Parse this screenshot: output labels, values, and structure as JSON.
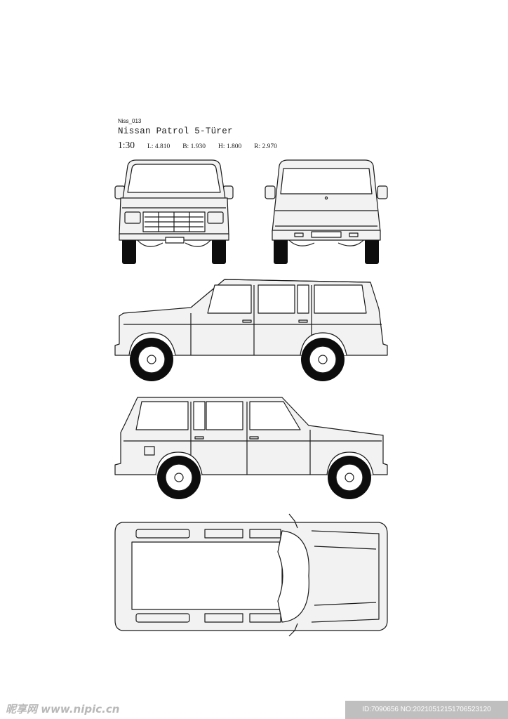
{
  "header": {
    "code": "Niss_013",
    "title": "Nissan Patrol 5-Türer",
    "scale": "1:30",
    "dimensions": [
      "L: 4.810",
      "B: 1.930",
      "H: 1.800",
      "R: 2.970"
    ]
  },
  "watermark": {
    "site": "昵享网 www.nipic.cn",
    "id": "ID:7090656 NO:20210512151706523120"
  },
  "colors": {
    "line": "#1a1a1a",
    "body_fill": "#f2f2f2",
    "tire": "#0d0d0d"
  }
}
